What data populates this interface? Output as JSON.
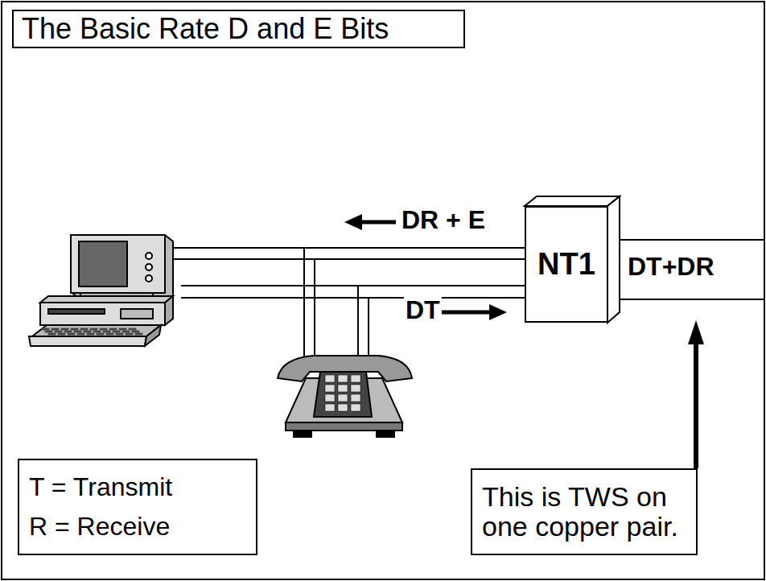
{
  "diagram": {
    "title": "The Basic Rate D and E Bits",
    "nodes": [
      {
        "text": [
          "NT1"
        ]
      },
      {
        "text": [
          "T = Transmit",
          "R = Receive"
        ]
      },
      {
        "text": [
          "This is TWS on one copper pair."
        ]
      }
    ],
    "labels": [
      "DR + E",
      "DT",
      "DT+DR"
    ]
  }
}
